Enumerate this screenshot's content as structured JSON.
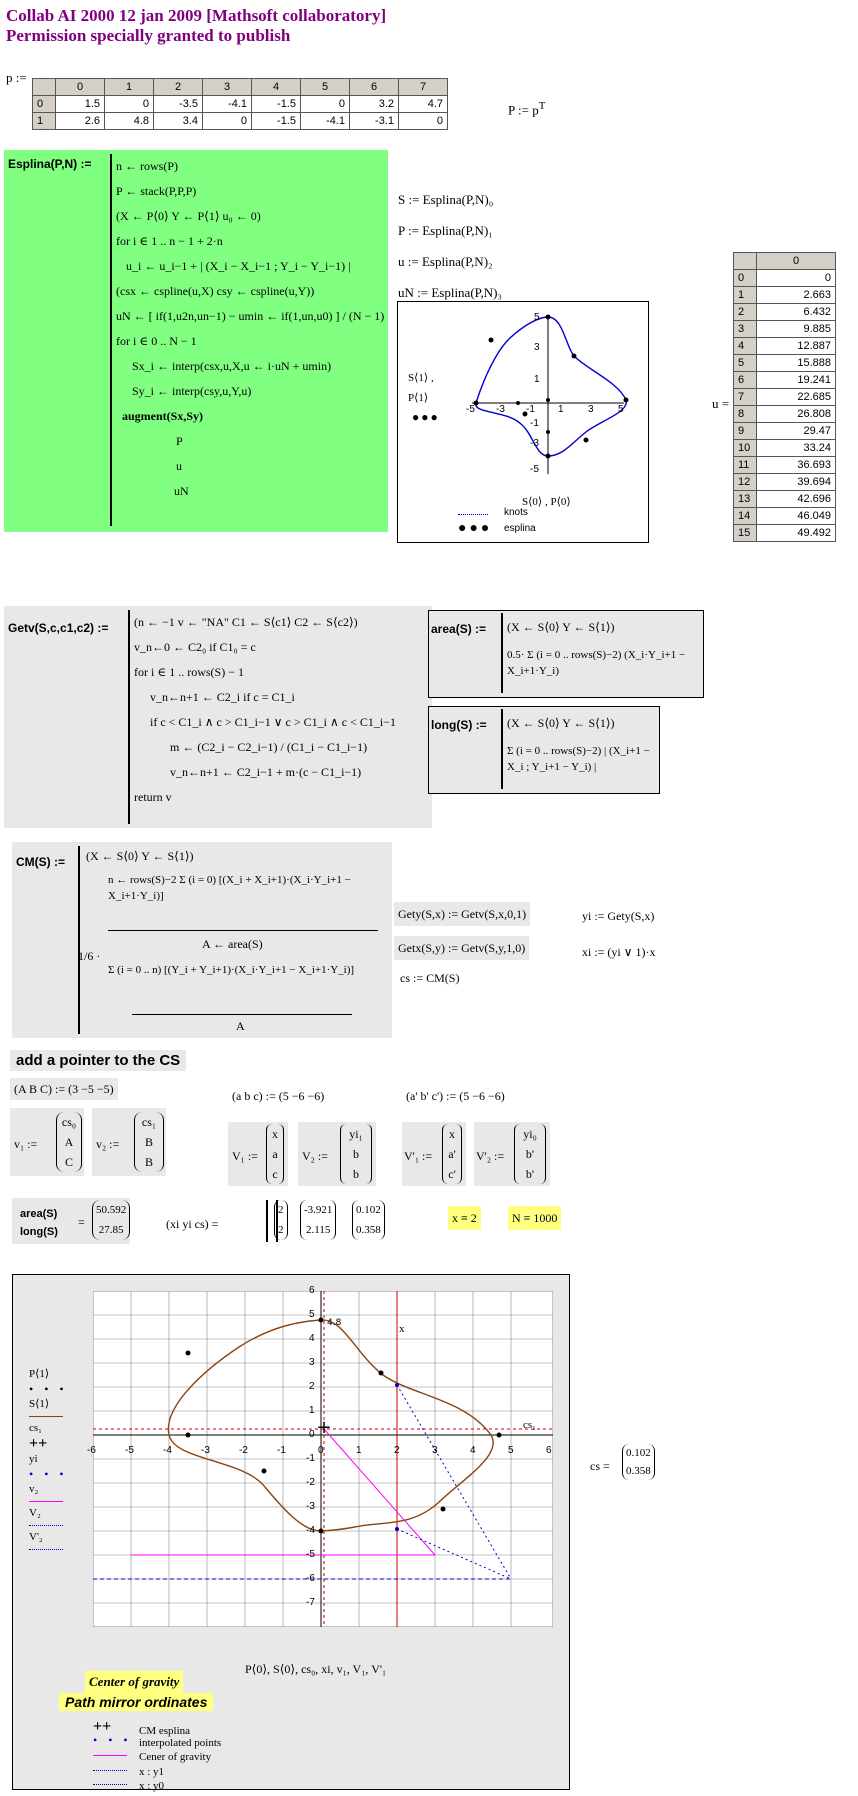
{
  "header": {
    "line1": "Collab AI 2000 12 jan 2009 [Mathsoft collaboratory]",
    "line2": "Permission specially granted to publish"
  },
  "p_matrix": {
    "label": "p :=",
    "col_headers": [
      "0",
      "1",
      "2",
      "3",
      "4",
      "5",
      "6",
      "7"
    ],
    "rows": [
      {
        "idx": "0",
        "values": [
          "1.5",
          "0",
          "-3.5",
          "-4.1",
          "-1.5",
          "0",
          "3.2",
          "4.7"
        ]
      },
      {
        "idx": "1",
        "values": [
          "2.6",
          "4.8",
          "3.4",
          "0",
          "-1.5",
          "-4.1",
          "-3.1",
          "0"
        ]
      }
    ]
  },
  "transpose_def": "P := p",
  "transpose_sup": "T",
  "esplina": {
    "name": "Esplina(P,N) :=",
    "lines": [
      "n ← rows(P)",
      "P ← stack(P,P,P)",
      "(X ← P⟨0⟩   Y ← P⟨1⟩   u₀ ← 0)",
      "for  i ∈ 1 .. n − 1 + 2·n",
      "u_i ← u_i−1 + | (X_i − X_i−1 ; Y_i − Y_i−1) |",
      "(csx ← cspline(u,X)   csy ← cspline(u,Y))",
      "uN ← [ if(1,u2n,un−1) − umin ← if(1,un,u0) ] / (N − 1)",
      "for  i ∈ 0 .. N − 1",
      "Sx_i ← interp(csx,u,X,u ← i·uN + umin)",
      "Sy_i ← interp(csy,u,Y,u)",
      "augment(Sx,Sy)",
      "P",
      "u",
      "uN"
    ]
  },
  "defs": [
    "S := Esplina(P,N)₀",
    "P := Esplina(P,N)₁",
    "u := Esplina(P,N)₂",
    "uN := Esplina(P,N)₃"
  ],
  "small_plot": {
    "y_label": "S⟨1⟩ , P⟨1⟩",
    "x_label": "S⟨0⟩ , P⟨0⟩",
    "x_ticks": [
      "-5",
      "-3",
      "-1",
      "1",
      "3",
      "5"
    ],
    "y_ticks": [
      "5",
      "3",
      "1",
      "-1",
      "-3",
      "-5"
    ],
    "legend": [
      {
        "label": "knots",
        "style": "dotted"
      },
      {
        "label": "esplina",
        "style": "dots"
      }
    ]
  },
  "u_table": {
    "label": "u =",
    "header": "0",
    "rows": [
      [
        "0",
        "0"
      ],
      [
        "1",
        "2.663"
      ],
      [
        "2",
        "6.432"
      ],
      [
        "3",
        "9.885"
      ],
      [
        "4",
        "12.887"
      ],
      [
        "5",
        "15.888"
      ],
      [
        "6",
        "19.241"
      ],
      [
        "7",
        "22.685"
      ],
      [
        "8",
        "26.808"
      ],
      [
        "9",
        "29.47"
      ],
      [
        "10",
        "33.24"
      ],
      [
        "11",
        "36.693"
      ],
      [
        "12",
        "39.694"
      ],
      [
        "13",
        "42.696"
      ],
      [
        "14",
        "46.049"
      ],
      [
        "15",
        "49.492"
      ]
    ]
  },
  "getv": {
    "name": "Getv(S,c,c1,c2) :=",
    "lines": [
      "(n ← −1   v ← \"NA\"   C1 ← S⟨c1⟩   C2 ← S⟨c2⟩)",
      "v_n←0 ← C2₀  if  C1₀ = c",
      "for  i ∈ 1 .. rows(S) − 1",
      "v_n←n+1 ← C2_i  if  c = C1_i",
      "if  c < C1_i ∧ c > C1_i−1 ∨ c > C1_i ∧ c < C1_i−1",
      "m ← (C2_i − C2_i−1) / (C1_i − C1_i−1)",
      "v_n←n+1 ← C2_i−1 + m·(c − C1_i−1)",
      "return  v"
    ]
  },
  "area": {
    "name": "area(S) :=",
    "line1": "(X ← S⟨0⟩   Y ← S⟨1⟩)",
    "line2": "0.5· Σ (i = 0 .. rows(S)−2)  (X_i·Y_i+1 − X_i+1·Y_i)"
  },
  "long": {
    "name": "long(S) :=",
    "line1": "(X ← S⟨0⟩   Y ← S⟨1⟩)",
    "line2": "Σ (i = 0 .. rows(S)−2)  | (X_i+1 − X_i ; Y_i+1 − Y_i) |"
  },
  "cm": {
    "name": "CM(S) :=",
    "line1": "(X ← S⟨0⟩   Y ← S⟨1⟩)",
    "line2": "n ← rows(S)−2   Σ (i = 0) [(X_i + X_i+1)·(X_i·Y_i+1 − X_i+1·Y_i)]",
    "line3": "A ← area(S)",
    "line4": "Σ (i = 0 .. n) [(Y_i + Y_i+1)·(X_i·Y_i+1 − X_i+1·Y_i)]",
    "line5": "A",
    "factor": "1/6 ·"
  },
  "gety": "Gety(S,x) := Getv(S,x,0,1)",
  "getx": "Getx(S,y) := Getv(S,y,1,0)",
  "yi_def": "yi := Gety(S,x)",
  "xi_def": "xi := (yi ∨ 1)·x",
  "cs_def": "cs := CM(S)",
  "pointer_title": "add a pointer to the CS",
  "abc1": "(A  B  C) := (3  −5  −5)",
  "abc2": "(a  b  c) := (5  −6  −6)",
  "abc3": "(a'  b'  c') := (5  −6  −6)",
  "vec_defs": [
    {
      "name": "v₁ :=",
      "items": [
        "cs₀",
        "A",
        "C"
      ]
    },
    {
      "name": "v₂ :=",
      "items": [
        "cs₁",
        "B",
        "B"
      ]
    },
    {
      "name": "V₁ :=",
      "items": [
        "x",
        "a",
        "c"
      ]
    },
    {
      "name": "V₂ :=",
      "items": [
        "yi₁",
        "b",
        "b"
      ]
    },
    {
      "name": "V'₁ :=",
      "items": [
        "x",
        "a'",
        "c'"
      ]
    },
    {
      "name": "V'₂ :=",
      "items": [
        "yi₀",
        "b'",
        "b'"
      ]
    }
  ],
  "results": {
    "area_long_lhs": [
      "area(S)",
      "long(S)"
    ],
    "area_long_rhs": [
      "50.592",
      "27.85"
    ],
    "xyc_lhs": "(xi  yi  cs) =",
    "xyc_vals": [
      [
        "2",
        "2"
      ],
      [
        "-3.921",
        "2.115"
      ],
      [
        "0.102",
        "0.358"
      ]
    ],
    "x_def": "x ≡ 2",
    "N_def": "N ≡ 1000"
  },
  "big_plot": {
    "x_ticks": [
      "-6",
      "-5",
      "-4",
      "-3",
      "-2",
      "-1",
      "0",
      "1",
      "2",
      "3",
      "4",
      "5",
      "6"
    ],
    "y_ticks": [
      "6",
      "5",
      "4",
      "3",
      "2",
      "1",
      "0",
      "-1",
      "-2",
      "-3",
      "-4",
      "-5",
      "-6",
      "-7"
    ],
    "x_label": "P⟨0⟩, S⟨0⟩, cs₀, xi, v₁, V₁, V'₁",
    "y_label": [
      "P⟨1⟩",
      "S⟨1⟩",
      "cs₁",
      "yi",
      "v₂",
      "V₂",
      "V'₂"
    ],
    "annot_cs": "cs₁",
    "annot_x": "x",
    "caption1": "Center of gravity",
    "caption2": "Path mirror ordinates",
    "legend": [
      {
        "label": "CM esplina",
        "style": "cross"
      },
      {
        "label": "interpolated points",
        "style": "bluedots"
      },
      {
        "label": "Cener of gravity",
        "style": "magenta"
      },
      {
        "label": "x : y1",
        "style": "bluedot"
      },
      {
        "label": "x : y0",
        "style": "bluedot"
      }
    ],
    "cs_label": "cs =",
    "cs_vals": [
      "0.102",
      "0.358"
    ]
  },
  "colors": {
    "title": "#800080",
    "green_region": "#80ff80",
    "grey_region": "#e8e8e8",
    "highlight": "#ffff80",
    "curve": "#8b4513",
    "blue": "#0000cc",
    "magenta": "#ff00ff",
    "red": "#cc0000"
  }
}
